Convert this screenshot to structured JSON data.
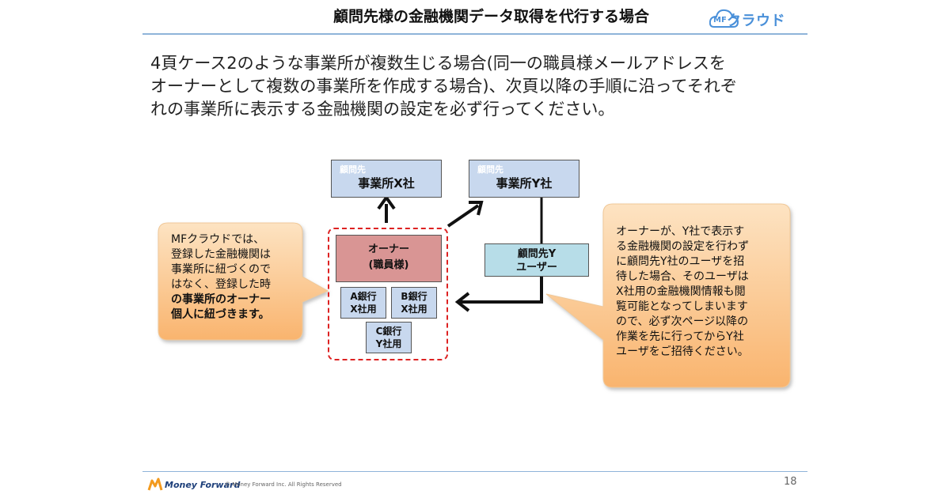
{
  "header": {
    "title": "顧問先様の金融機関データ取得を代行する場合",
    "logo_text": "クラウド",
    "logo_mf": "MF"
  },
  "intro": {
    "lines": [
      "4頁ケース2のような事業所が複数生じる場合(同一の職員様メールアドレスを",
      "オーナーとして複数の事業所を作成する場合)、次頁以降の手順に沿ってそれぞ",
      "れの事業所に表示する金融機関の設定を必ず行ってください。"
    ]
  },
  "diagram": {
    "company_x": {
      "small": "顧問先",
      "label": "事業所X社"
    },
    "company_y": {
      "small": "顧問先",
      "label": "事業所Y社"
    },
    "owner": {
      "line1": "オーナー",
      "line2": "(職員様)"
    },
    "banks": [
      {
        "line1": "A銀行",
        "line2": "X社用"
      },
      {
        "line1": "B銀行",
        "line2": "X社用"
      },
      {
        "line1": "C銀行",
        "line2": "Y社用"
      }
    ],
    "user_y": {
      "line1": "顧問先Y",
      "line2": "ユーザー"
    },
    "left_note": {
      "lines": [
        "MFクラウドでは、",
        "登録した金融機関は",
        "事業所に紐づくので",
        "はなく、登録した時"
      ],
      "bold_lines": [
        "の事業所のオーナー",
        "個人に紐づきます。"
      ]
    },
    "right_note": {
      "lines": [
        "オーナーが、Y社で表示す",
        "る金融機関の設定を行わず",
        "に顧問先Y社のユーザを招",
        "待した場合、そのユーザは",
        "X社用の金融機関情報も閲",
        "覧可能となってしまいます",
        "ので、必ず次ページ以降の",
        "作業を先に行ってからY社",
        "ユーザをご招待ください。"
      ]
    },
    "colors": {
      "company_fill": "#c8d8ee",
      "owner_fill": "#d99594",
      "user_fill": "#b7dde8",
      "bubble_fill": "#fcd5a8",
      "dashed_border": "#dd2222"
    }
  },
  "footer": {
    "brand": "Money Forward",
    "copyright": "© Money Forward Inc. All Rights Reserved",
    "page_number": "18"
  }
}
